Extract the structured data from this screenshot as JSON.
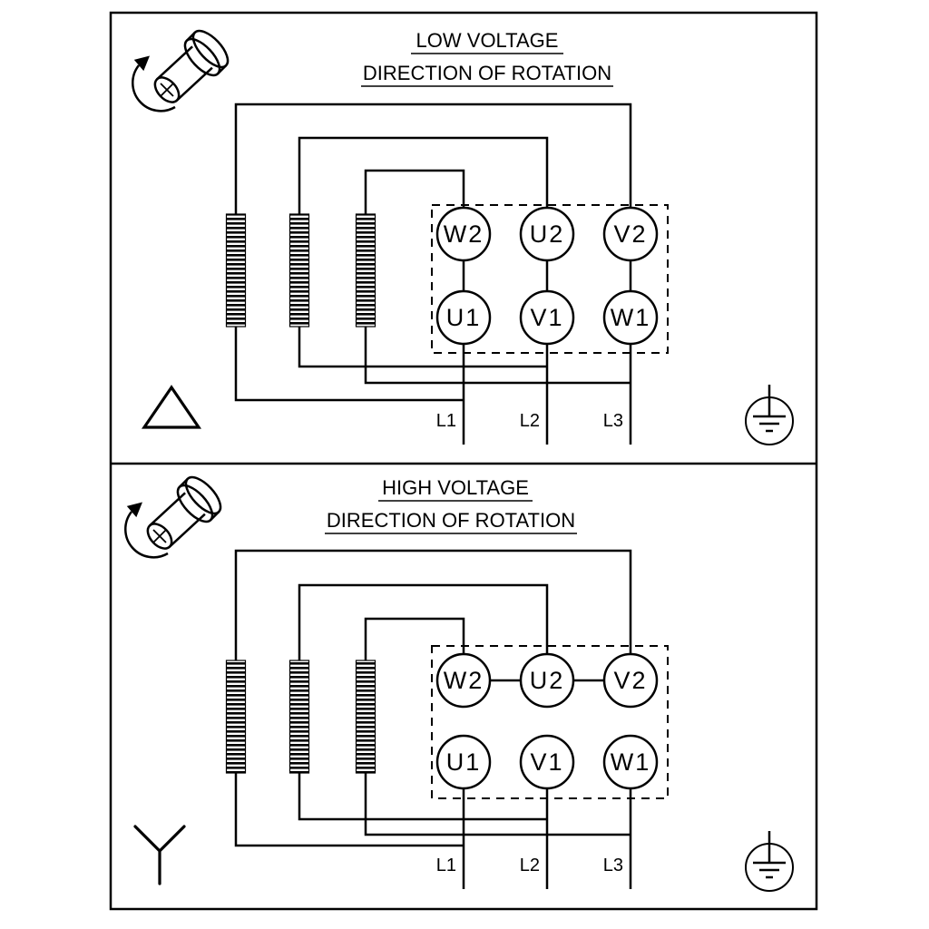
{
  "diagram": {
    "type": "motor-terminal-wiring",
    "colors": {
      "line": "#000000",
      "background": "#ffffff"
    }
  },
  "panels": [
    {
      "title": "LOW VOLTAGE",
      "subtitle": "DIRECTION OF ROTATION",
      "connection_symbol": "delta",
      "terminals": {
        "top": [
          "W2",
          "U2",
          "V2"
        ],
        "bottom": [
          "U1",
          "V1",
          "W1"
        ]
      },
      "supply_lines": [
        "L1",
        "L2",
        "L3"
      ]
    },
    {
      "title": "HIGH VOLTAGE",
      "subtitle": "DIRECTION OF ROTATION",
      "connection_symbol": "star",
      "terminals": {
        "top": [
          "W2",
          "U2",
          "V2"
        ],
        "bottom": [
          "U1",
          "V1",
          "W1"
        ]
      },
      "supply_lines": [
        "L1",
        "L2",
        "L3"
      ]
    }
  ]
}
